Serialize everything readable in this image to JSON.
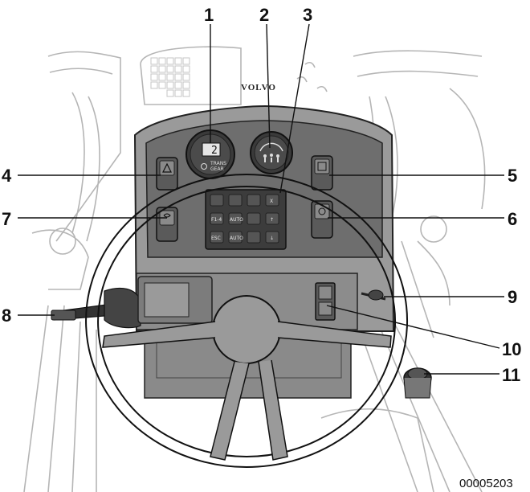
{
  "figure_id": "00005203",
  "brand": "VOLVO",
  "gear_display": {
    "digit": "2",
    "label_line1": "TRANS",
    "label_line2": "GEAR"
  },
  "keypad_labels": [
    "F1-4",
    "AUTO",
    "ESC",
    "AUTO",
    "↑",
    "↓",
    "X"
  ],
  "callouts": [
    "1",
    "2",
    "3",
    "4",
    "5",
    "6",
    "7",
    "8",
    "9",
    "10",
    "11"
  ]
}
